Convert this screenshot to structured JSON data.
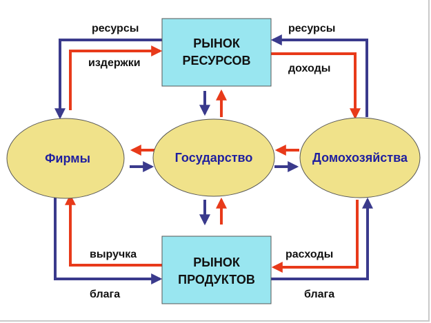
{
  "nodes": {
    "resource_market": {
      "line1": "РЫНОК",
      "line2": "РЕСУРСОВ"
    },
    "product_market": {
      "line1": "РЫНОК",
      "line2": "ПРОДУКТОВ"
    },
    "firms": "Фирмы",
    "government": "Государство",
    "households": "Домохозяйства"
  },
  "labels": {
    "resources_left": "ресурсы",
    "costs": "издержки",
    "resources_right": "ресурсы",
    "income": "доходы",
    "revenue": "выручка",
    "goods_left": "блага",
    "expenses": "расходы",
    "goods_right": "блага"
  },
  "colors": {
    "box_fill": "#99e6f0",
    "ellipse_fill": "#f0e28a",
    "blue_arrow": "#3a3a8c",
    "red_arrow": "#e83a1a"
  }
}
